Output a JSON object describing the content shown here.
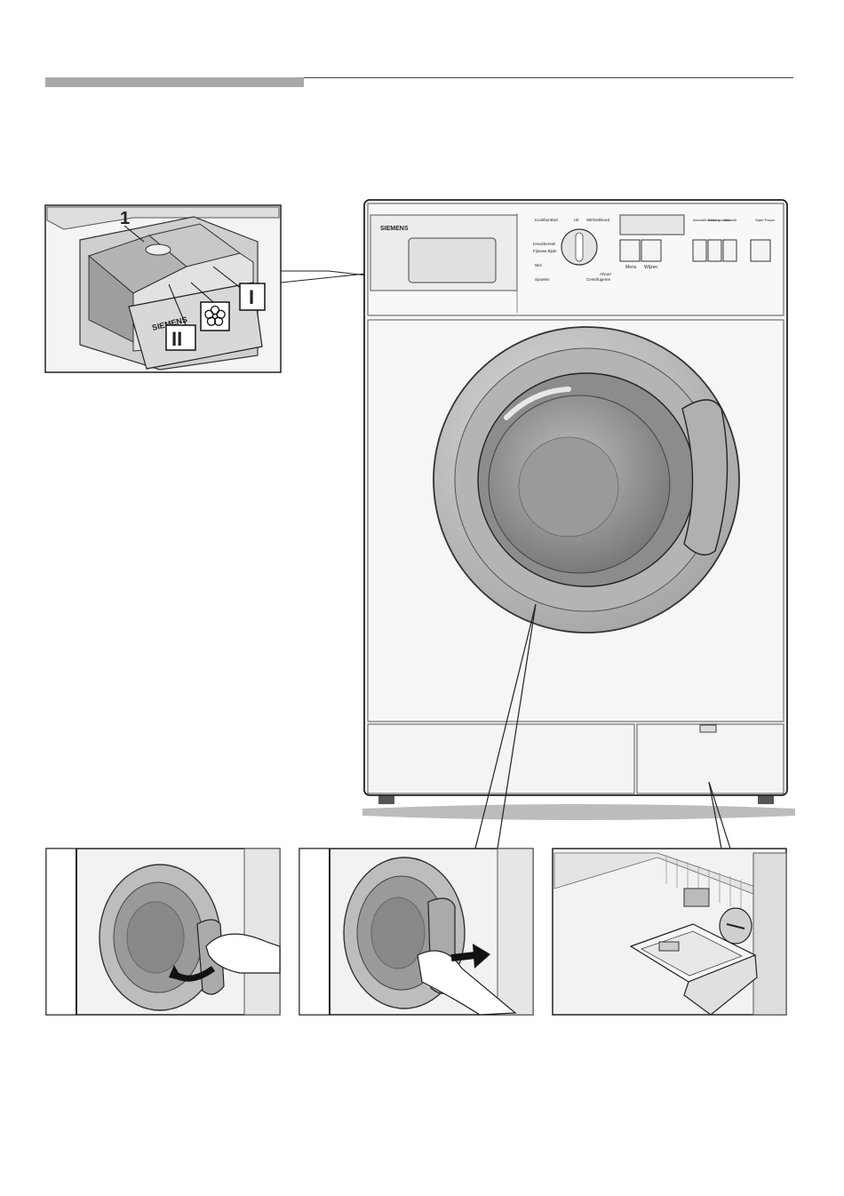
{
  "brand": "SIEMENS",
  "callout": "1",
  "drawer_compartments": {
    "main_wash": "II",
    "prewash": "I",
    "softener_icon": "flower-icon"
  },
  "panel": {
    "programs_left": [
      "Kookbont/wit",
      "Kreukherstel",
      "Fijnwas Bijde",
      "Wol",
      "Spoelen"
    ],
    "programs_right": [
      "Uit",
      "Wit/Gekleurd",
      "Afvoer",
      "Centrifugeren"
    ],
    "buttons_center": [
      "Menu",
      "Wijzen"
    ],
    "buttons_right": [
      "Intensief wassen",
      "Extra spoelen",
      "Aanknik"
    ],
    "start_button": "Start/ Pauze"
  },
  "colors": {
    "door_ring": "#bdbdbd",
    "door_glass": "#9a9a9a",
    "cabinet": "#f2f2f2",
    "outline": "#333333",
    "arrow": "#111111"
  }
}
